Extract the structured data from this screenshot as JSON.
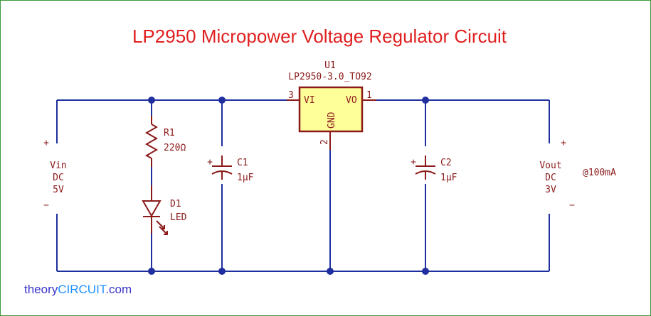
{
  "title": "LP2950 Micropower Voltage Regulator Circuit",
  "brand": {
    "part1": "theory",
    "part2": "CIRCUIT",
    "part3": ".com",
    "color1": "#3a35c8",
    "color2": "#1e90ff"
  },
  "u1": {
    "ref": "U1",
    "value": "LP2950-3.0_TO92",
    "pin_vi": "VI",
    "pin_vo": "VO",
    "pin_gnd": "GND",
    "pin3": "3",
    "pin1": "1",
    "pin2": "2",
    "fill": "#ffff99"
  },
  "r1": {
    "ref": "R1",
    "value": "220Ω"
  },
  "d1": {
    "ref": "D1",
    "value": "LED"
  },
  "c1": {
    "ref": "C1",
    "value": "1µF",
    "plus": "+"
  },
  "c2": {
    "ref": "C2",
    "value": "1µF",
    "plus": "+"
  },
  "vin": {
    "l1": "Vin",
    "l2": "DC",
    "l3": "5V",
    "plus": "+",
    "minus": "−"
  },
  "vout": {
    "l1": "Vout",
    "l2": "DC",
    "l3": "3V",
    "plus": "+",
    "minus": "−"
  },
  "load_note": "@100mA",
  "colors": {
    "wire": "#1f2f9f",
    "component": "#8b1a1a",
    "title": "#e02020"
  }
}
